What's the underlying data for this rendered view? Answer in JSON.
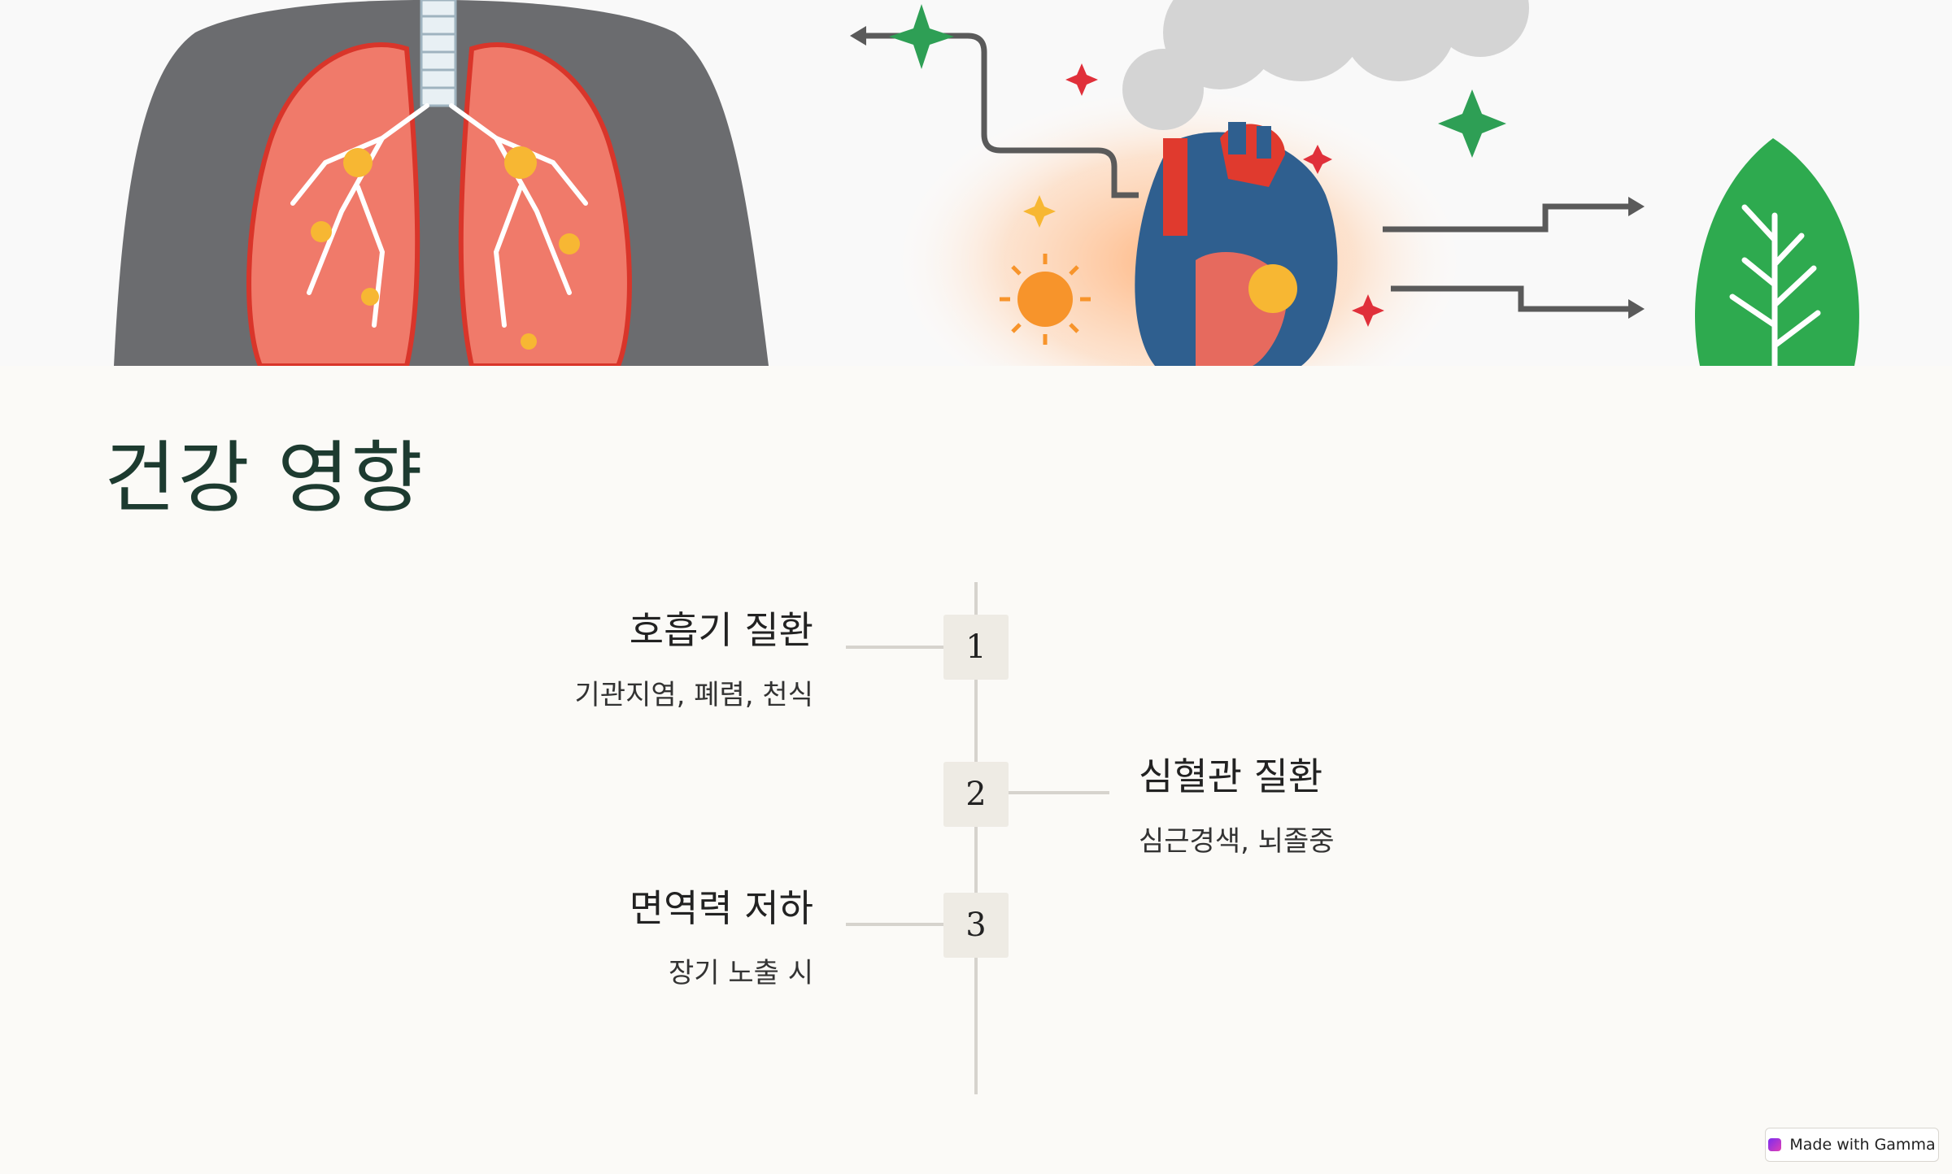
{
  "slide": {
    "title": "건강 영향"
  },
  "timeline": [
    {
      "number": "1",
      "heading": "호흡기 질환",
      "detail": "기관지염, 폐렴, 천식",
      "side": "left"
    },
    {
      "number": "2",
      "heading": "심혈관 질환",
      "detail": "심근경색, 뇌졸중",
      "side": "right"
    },
    {
      "number": "3",
      "heading": "면역력 저하",
      "detail": "장기 노출 시",
      "side": "left"
    }
  ],
  "footer": {
    "badge_label": "Made with Gamma"
  },
  "hero_image": {
    "icons": [
      "lungs-icon",
      "smoke-cloud-icon",
      "heart-icon",
      "leaf-icon",
      "sparkle-icon",
      "arrow-icon"
    ]
  },
  "colors": {
    "title": "#1d3b30",
    "background": "#fbfaf7",
    "number_box": "#eeebe4",
    "axis": "#d6d3cd"
  }
}
